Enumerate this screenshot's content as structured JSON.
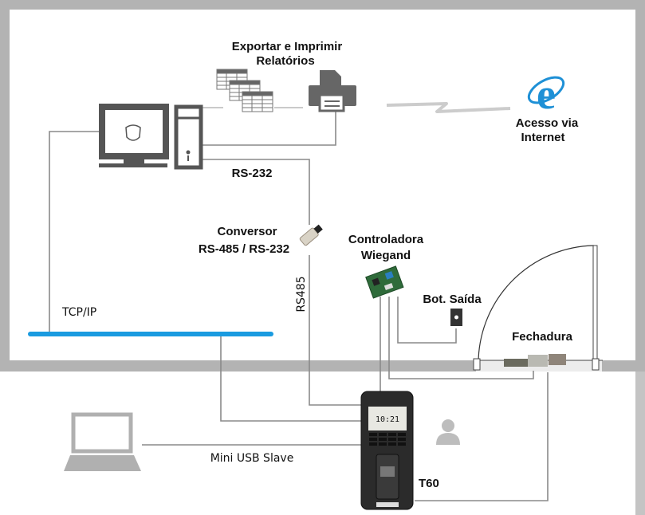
{
  "labels": {
    "export_line1": "Exportar e Imprimir",
    "export_line2": "Relatórios",
    "internet_line1": "Acesso via",
    "internet_line2": "Internet",
    "rs232": "RS-232",
    "converter_line1": "Conversor",
    "converter_line2": "RS-485 / RS-232",
    "rs485": "RS485",
    "controller_line1": "Controladora",
    "controller_line2": "Wiegand",
    "exit_button": "Bot. Saída",
    "lock": "Fechadura",
    "tcpip": "TCP/IP",
    "usb": "Mini USB Slave",
    "device": "T60"
  },
  "device_screen": {
    "time": "10:21"
  },
  "colors": {
    "wall": "#b3b3b3",
    "network_bus": "#1a9be0",
    "ie_logo": "#1e90d6",
    "icon_gray": "#5a5a5a"
  },
  "icons": [
    "computer-monitor-icon",
    "pc-tower-icon",
    "spreadsheet-icon",
    "printer-icon",
    "internet-explorer-icon",
    "laptop-icon",
    "person-icon",
    "door-icon",
    "exit-button-icon"
  ]
}
